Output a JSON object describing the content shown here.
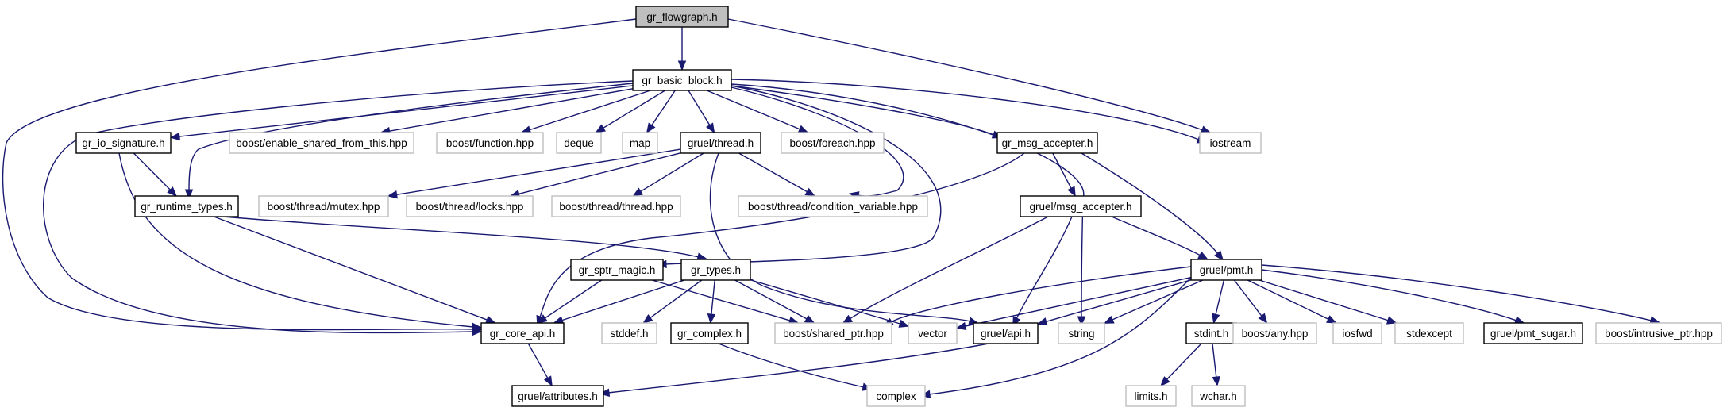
{
  "graph": {
    "colors": {
      "edge": "#191970",
      "root_fill": "#bfbfbf",
      "local_border": "#000000",
      "external_border": "#bfbfbf",
      "text": "#000000"
    },
    "nodes": [
      {
        "id": "gr_flowgraph",
        "label": "gr_flowgraph.h",
        "kind": "root"
      },
      {
        "id": "gr_basic_block",
        "label": "gr_basic_block.h",
        "kind": "local"
      },
      {
        "id": "gr_io_signature",
        "label": "gr_io_signature.h",
        "kind": "local"
      },
      {
        "id": "enable_shared",
        "label": "boost/enable_shared_from_this.hpp",
        "kind": "external"
      },
      {
        "id": "boost_function",
        "label": "boost/function.hpp",
        "kind": "external"
      },
      {
        "id": "deque",
        "label": "deque",
        "kind": "external"
      },
      {
        "id": "map",
        "label": "map",
        "kind": "external"
      },
      {
        "id": "gruel_thread",
        "label": "gruel/thread.h",
        "kind": "local"
      },
      {
        "id": "boost_foreach",
        "label": "boost/foreach.hpp",
        "kind": "external"
      },
      {
        "id": "gr_msg_accepter",
        "label": "gr_msg_accepter.h",
        "kind": "local"
      },
      {
        "id": "iostream",
        "label": "iostream",
        "kind": "external"
      },
      {
        "id": "gr_runtime_types",
        "label": "gr_runtime_types.h",
        "kind": "local"
      },
      {
        "id": "thread_mutex",
        "label": "boost/thread/mutex.hpp",
        "kind": "external"
      },
      {
        "id": "thread_locks",
        "label": "boost/thread/locks.hpp",
        "kind": "external"
      },
      {
        "id": "thread_thread",
        "label": "boost/thread/thread.hpp",
        "kind": "external"
      },
      {
        "id": "thread_condvar",
        "label": "boost/thread/condition_variable.hpp",
        "kind": "external"
      },
      {
        "id": "gruel_msg_accepter",
        "label": "gruel/msg_accepter.h",
        "kind": "local"
      },
      {
        "id": "gr_sptr_magic",
        "label": "gr_sptr_magic.h",
        "kind": "local"
      },
      {
        "id": "gr_types",
        "label": "gr_types.h",
        "kind": "local"
      },
      {
        "id": "gruel_pmt",
        "label": "gruel/pmt.h",
        "kind": "local"
      },
      {
        "id": "gr_core_api",
        "label": "gr_core_api.h",
        "kind": "local"
      },
      {
        "id": "stddef",
        "label": "stddef.h",
        "kind": "external"
      },
      {
        "id": "gr_complex",
        "label": "gr_complex.h",
        "kind": "local"
      },
      {
        "id": "shared_ptr",
        "label": "boost/shared_ptr.hpp",
        "kind": "external"
      },
      {
        "id": "vector",
        "label": "vector",
        "kind": "external"
      },
      {
        "id": "gruel_api",
        "label": "gruel/api.h",
        "kind": "local"
      },
      {
        "id": "string",
        "label": "string",
        "kind": "external"
      },
      {
        "id": "stdint",
        "label": "stdint.h",
        "kind": "local"
      },
      {
        "id": "boost_any",
        "label": "boost/any.hpp",
        "kind": "external"
      },
      {
        "id": "iosfwd",
        "label": "iosfwd",
        "kind": "external"
      },
      {
        "id": "stdexcept",
        "label": "stdexcept",
        "kind": "external"
      },
      {
        "id": "pmt_sugar",
        "label": "gruel/pmt_sugar.h",
        "kind": "local"
      },
      {
        "id": "intrusive_ptr",
        "label": "boost/intrusive_ptr.hpp",
        "kind": "external"
      },
      {
        "id": "gruel_attributes",
        "label": "gruel/attributes.h",
        "kind": "local"
      },
      {
        "id": "complex",
        "label": "complex",
        "kind": "external"
      },
      {
        "id": "limits",
        "label": "limits.h",
        "kind": "external"
      },
      {
        "id": "wchar",
        "label": "wchar.h",
        "kind": "external"
      }
    ],
    "edges": [
      {
        "from": "gr_flowgraph",
        "to": "gr_basic_block"
      },
      {
        "from": "gr_flowgraph",
        "to": "gr_core_api"
      },
      {
        "from": "gr_flowgraph",
        "to": "iostream"
      },
      {
        "from": "gr_basic_block",
        "to": "gr_core_api"
      },
      {
        "from": "gr_basic_block",
        "to": "gr_io_signature"
      },
      {
        "from": "gr_basic_block",
        "to": "gr_runtime_types"
      },
      {
        "from": "gr_basic_block",
        "to": "enable_shared"
      },
      {
        "from": "gr_basic_block",
        "to": "boost_function"
      },
      {
        "from": "gr_basic_block",
        "to": "deque"
      },
      {
        "from": "gr_basic_block",
        "to": "map"
      },
      {
        "from": "gr_basic_block",
        "to": "gruel_thread"
      },
      {
        "from": "gr_basic_block",
        "to": "boost_foreach"
      },
      {
        "from": "gr_basic_block",
        "to": "thread_condvar"
      },
      {
        "from": "gr_basic_block",
        "to": "gr_sptr_magic"
      },
      {
        "from": "gr_basic_block",
        "to": "gr_msg_accepter"
      },
      {
        "from": "gr_basic_block",
        "to": "string"
      },
      {
        "from": "gr_basic_block",
        "to": "iostream"
      },
      {
        "from": "gr_io_signature",
        "to": "gr_runtime_types"
      },
      {
        "from": "gr_io_signature",
        "to": "gr_core_api"
      },
      {
        "from": "gr_runtime_types",
        "to": "gr_core_api"
      },
      {
        "from": "gr_runtime_types",
        "to": "gr_types"
      },
      {
        "from": "gruel_thread",
        "to": "thread_mutex"
      },
      {
        "from": "gruel_thread",
        "to": "thread_locks"
      },
      {
        "from": "gruel_thread",
        "to": "thread_thread"
      },
      {
        "from": "gruel_thread",
        "to": "thread_condvar"
      },
      {
        "from": "gruel_thread",
        "to": "gruel_api"
      },
      {
        "from": "gr_msg_accepter",
        "to": "gr_core_api"
      },
      {
        "from": "gr_msg_accepter",
        "to": "gruel_msg_accepter"
      },
      {
        "from": "gr_msg_accepter",
        "to": "gruel_pmt"
      },
      {
        "from": "gruel_msg_accepter",
        "to": "gruel_api"
      },
      {
        "from": "gruel_msg_accepter",
        "to": "gruel_pmt"
      },
      {
        "from": "gruel_msg_accepter",
        "to": "shared_ptr"
      },
      {
        "from": "gr_sptr_magic",
        "to": "gr_core_api"
      },
      {
        "from": "gr_sptr_magic",
        "to": "shared_ptr"
      },
      {
        "from": "gr_types",
        "to": "gr_core_api"
      },
      {
        "from": "gr_types",
        "to": "stddef"
      },
      {
        "from": "gr_types",
        "to": "gr_complex"
      },
      {
        "from": "gr_types",
        "to": "shared_ptr"
      },
      {
        "from": "gr_types",
        "to": "vector"
      },
      {
        "from": "gr_core_api",
        "to": "gruel_attributes"
      },
      {
        "from": "gr_complex",
        "to": "complex"
      },
      {
        "from": "gruel_api",
        "to": "gruel_attributes"
      },
      {
        "from": "gruel_pmt",
        "to": "shared_ptr"
      },
      {
        "from": "gruel_pmt",
        "to": "vector"
      },
      {
        "from": "gruel_pmt",
        "to": "gruel_api"
      },
      {
        "from": "gruel_pmt",
        "to": "string"
      },
      {
        "from": "gruel_pmt",
        "to": "stdint"
      },
      {
        "from": "gruel_pmt",
        "to": "boost_any"
      },
      {
        "from": "gruel_pmt",
        "to": "iosfwd"
      },
      {
        "from": "gruel_pmt",
        "to": "stdexcept"
      },
      {
        "from": "gruel_pmt",
        "to": "pmt_sugar"
      },
      {
        "from": "gruel_pmt",
        "to": "intrusive_ptr"
      },
      {
        "from": "gruel_pmt",
        "to": "complex"
      },
      {
        "from": "stdint",
        "to": "limits"
      },
      {
        "from": "stdint",
        "to": "wchar"
      }
    ]
  }
}
